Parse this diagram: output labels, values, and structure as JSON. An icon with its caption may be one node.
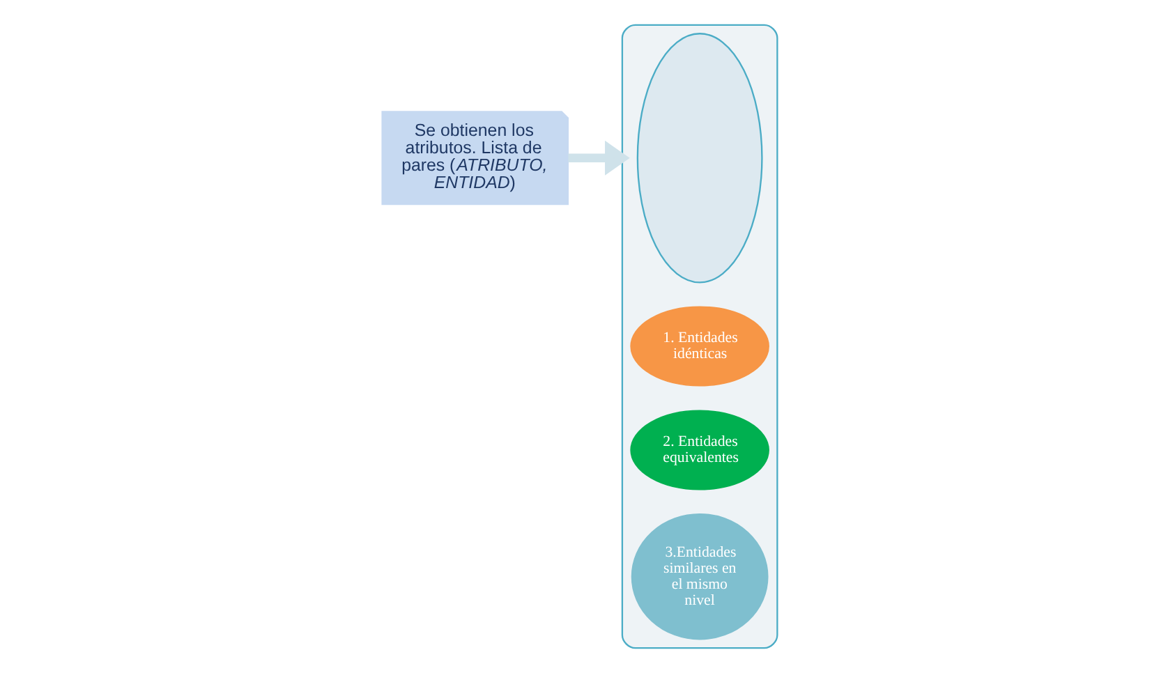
{
  "diagram": {
    "nodes": [
      {
        "text": [
          "Se obtienen los atributos. Lista de pares (*ATRIBUTO, ENTIDAD*)"
        ]
      },
      {
        "text": [],
        "shape": "funnel"
      },
      {
        "text": [],
        "shape": "ellipse",
        "in": 1
      },
      {
        "text": [
          "1. Entidades idénticas"
        ],
        "in": 1
      },
      {
        "text": [
          "2. Entidades equivalentes"
        ],
        "in": 1
      },
      {
        "text": [
          "3.Entidades similares en el mismo nivel"
        ],
        "in": 1
      }
    ],
    "edges": [
      {
        "from": 0,
        "to": 1,
        "arrow": "to"
      }
    ]
  }
}
